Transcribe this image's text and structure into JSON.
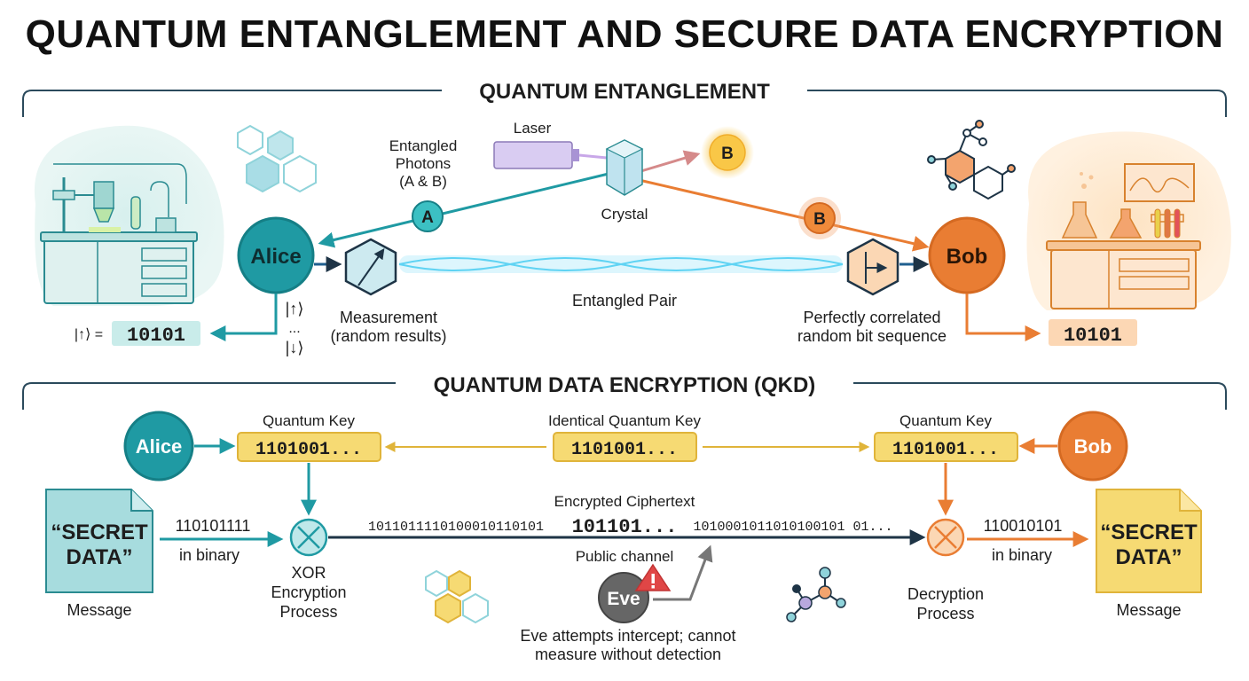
{
  "title": "QUANTUM ENTANGLEMENT AND SECURE DATA ENCRYPTION",
  "entanglement": {
    "heading": "QUANTUM ENTANGLEMENT",
    "alice": "Alice",
    "bob": "Bob",
    "laser": "Laser",
    "crystal": "Crystal",
    "photons_label": [
      "Entangled",
      "Photons",
      "(A & B)"
    ],
    "photon_a": "A",
    "photon_b": "B",
    "entangled_pair": "Entangled Pair",
    "measurement": [
      "Measurement",
      "(random results)"
    ],
    "correlated": [
      "Perfectly correlated",
      "random bit sequence"
    ],
    "alice_state": "|↑⟩ =",
    "alice_bits": "10101",
    "bob_bits": "10101",
    "basis_up": "|↑⟩",
    "basis_dots": "...",
    "basis_down": "|↓⟩"
  },
  "qkd": {
    "heading": "QUANTUM DATA ENCRYPTION (QKD)",
    "alice": "Alice",
    "bob": "Bob",
    "quantum_key_left_label": "Quantum Key",
    "quantum_key_right_label": "Quantum Key",
    "identical_key_label": "Identical Quantum Key",
    "key_value": "1101001...",
    "message_text": [
      "“SECRET",
      "DATA”"
    ],
    "message_label": "Message",
    "left_binary": "110101111",
    "right_binary": "110010101",
    "in_binary": "in binary",
    "ciphertext_label": "Encrypted Ciphertext",
    "cipher_left": "1011011110100010110101",
    "cipher_mid": "101101...",
    "cipher_right": "1010001011010100101 01...",
    "public_channel": "Public channel",
    "xor_label": [
      "XOR",
      "Encryption",
      "Process"
    ],
    "decrypt_label": [
      "Decryption",
      "Process"
    ],
    "eve": "Eve",
    "eve_note": [
      "Eve attempts intercept; cannot",
      "measure without detection"
    ]
  },
  "colors": {
    "teal": "#1f9aa3",
    "teal_dark": "#157f86",
    "orange": "#e97d33",
    "orange_dark": "#d56a22",
    "yellow": "#f3d36a",
    "navy": "#1e3446",
    "gray": "#6c6c6c"
  }
}
